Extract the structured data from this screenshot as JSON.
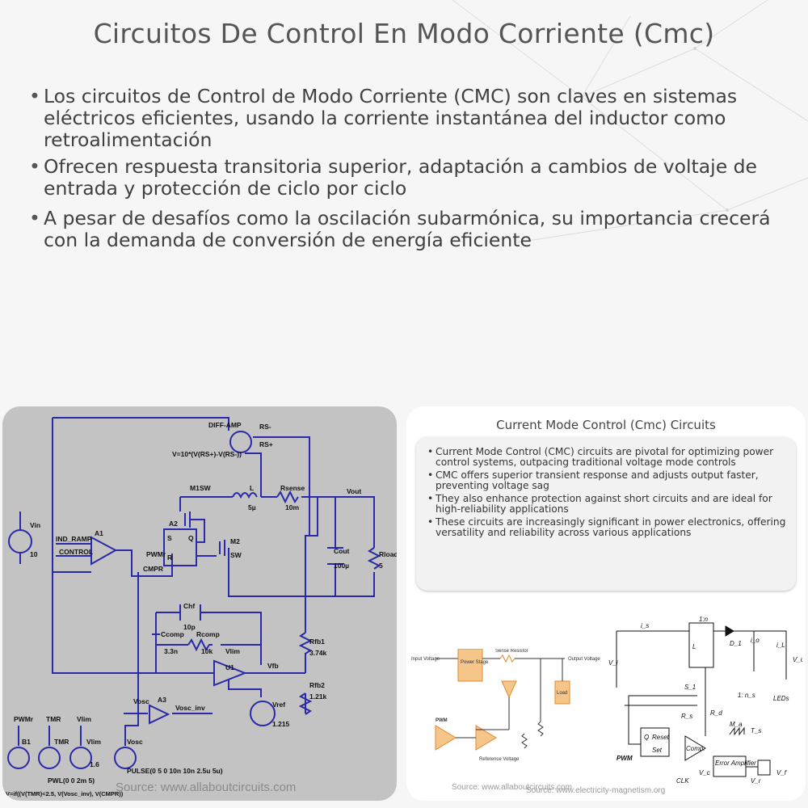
{
  "slide": {
    "title": "Circuitos De Control En Modo Corriente (Cmc)",
    "bullets": [
      "Los circuitos de Control de Modo Corriente (CMC) son claves en sistemas eléctricos eficientes, usando la corriente instantánea del inductor como retroalimentación",
      "Ofrecen respuesta transitoria superior, adaptación a cambios de voltaje de entrada y protección de ciclo por ciclo",
      "A pesar de desafíos como la oscilación subarmónica, su importancia crecerá con la demanda de conversión de energía eficiente"
    ]
  },
  "left_image": {
    "source": "Source: www.allaboutcircuits.com",
    "labels": {
      "diff_amp": "DIFF-AMP",
      "rs_minus": "RS-",
      "rs_plus": "RS+",
      "v_expr": "V=10*(V(RS+)-V(RS-))",
      "m1": "M1",
      "sw": "SW",
      "l": "L",
      "l_val": "5µ",
      "rsense": "Rsense",
      "rsense_val": "10m",
      "vout": "Vout",
      "vin": "Vin",
      "vin_val": "10",
      "ind_ramp": "IND_RAMP",
      "control": "CONTROL",
      "a1": "A1",
      "a2": "A2",
      "s": "S",
      "r": "R",
      "q": "Q",
      "pwm": "PWM",
      "pwmr": "PWMr",
      "cmpr": "CMPR",
      "m2": "M2",
      "cout": "Cout",
      "cout_val": "100µ",
      "rload": "Rload",
      "rload_val": "5",
      "chf": "Chf",
      "chf_val": "10p",
      "ccomp": "Ccomp",
      "ccomp_val": "3.3n",
      "rcomp": "Rcomp",
      "rcomp_val": "10k",
      "vlim": "Vlim",
      "u1": "U1",
      "vfb": "Vfb",
      "rfb1": "Rfb1",
      "rfb1_val": "3.74k",
      "rfb2": "Rfb2",
      "rfb2_val": "1.21k",
      "vref": "Vref",
      "vref_val": "1.215",
      "vosc": "Vosc",
      "a3": "A3",
      "vosc_inv": "Vosc_inv",
      "b1": "B1",
      "tmr": "TMR",
      "vlim_val": "1.6",
      "pulse": "PULSE(0 5 0 10n 10n 2.5u 5u)",
      "pwl": "PWL(0 0 2m 5)",
      "b1_expr": "V=if((V(TMR)<2.5, V(Vosc_inv), V(CMPR))"
    }
  },
  "right_image": {
    "card_title": "Current Mode Control (Cmc) Circuits",
    "card_bullets": [
      "Current Mode Control (CMC) circuits are pivotal for optimizing power control systems, outpacing traditional voltage mode controls",
      "CMC offers superior transient response and adjusts output faster, preventing voltage sag",
      "They also enhance protection against short circuits and are ideal for high-reliability applications",
      "These circuits are increasingly significant in power electronics, offering versatility and reliability across various applications"
    ],
    "source_a": "Source: www.allaboutcircuits.com",
    "source_b": "Source: www.electricity-magnetism.org",
    "diagram_a": {
      "input_voltage": "Input Voltage",
      "power_stage": "Power Stage",
      "sense_resistor": "Sense Resistor",
      "output_voltage": "Output Voltage",
      "load": "Load",
      "pwm": "PWM",
      "reference_voltage": "Reference Voltage"
    },
    "diagram_b": {
      "ratio": "1:n",
      "is": "i_s",
      "vi": "V_i",
      "l": "L",
      "d1": "D_1",
      "io": "i_o",
      "il": "i_L",
      "vo": "V_o",
      "s1": "S_1",
      "rs": "R_s",
      "ratio2": "1: n_s",
      "led": "LEDs",
      "pwm": "PWM",
      "q": "Q",
      "reset": "Reset",
      "set": "Set",
      "comp": "Comp.",
      "error_amp": "Error Amplifier",
      "vc": "V_c",
      "clk": "CLK",
      "vr": "V_r",
      "vf": "V_f",
      "ts": "T_s",
      "ma": "M_a",
      "rd": "R_d"
    }
  }
}
